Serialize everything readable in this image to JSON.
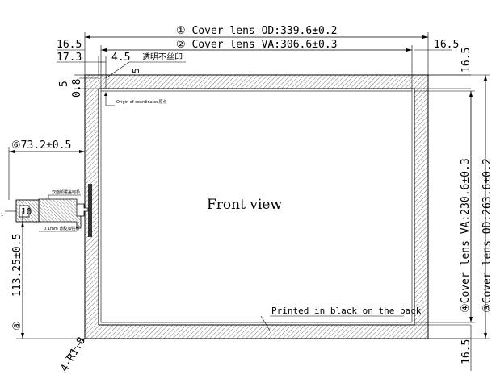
{
  "drawing": {
    "view_title": "Front view",
    "dims": {
      "od_width": "① Cover lens OD:339.6±0.2",
      "va_width": "② Cover lens VA:306.6±0.3",
      "va_height": "④Cover lens VA:230.6±0.3",
      "od_height": "③Cover lens OD:263.6±0.2",
      "fpc_width": "⑥73.2±0.5",
      "fpc_offset": "113.25±0.5",
      "fpc_offset_marker": "⑧",
      "left_margin": "16.5",
      "left_margin_2": "17.3",
      "small_45": "4.5",
      "small_5_v": "5",
      "left_5": "5",
      "left_08": "0.8",
      "right_margin": "16.5",
      "right_margin_v": "16.5",
      "bottom_margin_v": "16.5",
      "corner_radius": "4-R1.8"
    },
    "notes": {
      "transparent_no_print": "透明不丝印",
      "origin": "Origin of coordinates原点",
      "printed_black": "Printed in black on the back",
      "fpc_note_1": "双面胶覆盖电极",
      "fpc_note_2": "0.1mm 背胶加强板"
    },
    "fpc_labels": {
      "left": "1",
      "box": "10"
    }
  }
}
